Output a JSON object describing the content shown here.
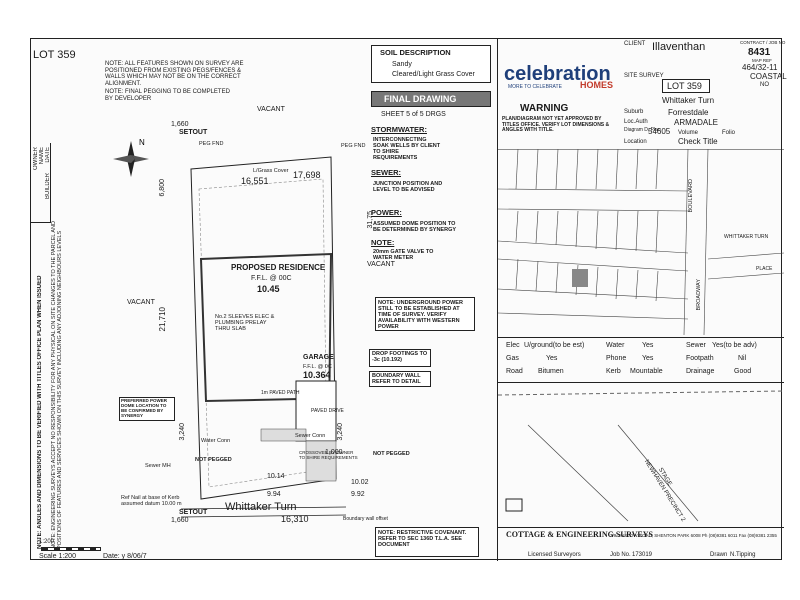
{
  "lot_top": "LOT 359",
  "notes_top": {
    "note1": "NOTE: ALL FEATURES SHOWN ON SURVEY ARE POSITIONED FROM EXISTING PEGS/FENCES & WALLS WHICH MAY NOT BE ON THE CORRECT ALIGNMENT.",
    "note2": "NOTE: FINAL PEGGING TO BE COMPLETED BY DEVELOPER"
  },
  "soil": {
    "title": "SOIL DESCRIPTION",
    "line1": "Sandy",
    "line2": "Cleared/Light Grass Cover"
  },
  "final_drawing": {
    "title": "FINAL DRAWING",
    "sheet": "SHEET 5 of 5 DRGS"
  },
  "notes_mid": {
    "stormwater_h": "STORMWATER:",
    "stormwater": "INTERCONNECTING SOAK WELLS BY CLIENT TO SHIRE REQUIREMENTS",
    "sewer_h": "SEWER:",
    "sewer": "JUNCTION POSITION AND LEVEL TO BE ADVISED",
    "power_h": "POWER:",
    "power": "ASSUMED DOME POSITION TO BE DETERMINED BY SYNERGY",
    "note_h": "NOTE:",
    "note": "20mm GATE VALVE TO WATER METER",
    "underground": "NOTE: UNDERGROUND POWER STILL TO BE ESTABLISHED AT TIME OF SURVEY. VERIFY AVAILABILITY WITH WESTERN POWER",
    "drop_footings": "DROP FOOTINGS TO -3c (10.192)",
    "boundary": "BOUNDARY WALL REFER TO DETAIL"
  },
  "plan": {
    "residence": "PROPOSED RESIDENCE",
    "ffl": "F.F.L. @ 00C",
    "ffl_val": "10.45",
    "garage": "GARAGE",
    "garage_ffl": "F.F.L. @ 0C",
    "garage_val": "10.364",
    "sleeves": "No.2 SLEEVES ELEC & PLUMBING PRELAY THRU SLAB",
    "paved": "PAVED DRIVE",
    "path": "1m PAVED PATH",
    "vacant1": "VACANT",
    "vacant2": "VACANT",
    "vacant3": "VACANT",
    "setout": "SETOUT",
    "setout_top": "1,660",
    "setout_bot": "1,660",
    "dim_top": "16,551",
    "dim_top2": "17,698",
    "dim_bottom": "16,310",
    "dim_left": "21,710",
    "dim_left2": "6,800",
    "dim_right": "31,75",
    "dim_940": "9.94",
    "dim_1014": "10.14",
    "dim_1002": "10.02",
    "dim_992": "9.92",
    "dim_3240a": "3,240",
    "dim_3240b": "3,240",
    "dim_1000": "1,000",
    "grass": "L/Grass Cover",
    "peg": "PEG FND",
    "not_pegged": "NOT PEGGED",
    "not_pegged2": "NOT PEGGED",
    "water_conn": "Water Conn",
    "sewer_conn": "Sewer Conn",
    "sewer_mh": "Sewer MH",
    "preferred_power": "PREFERRED POWER DOME LOCATION TO BE CONFIRMED BY SYNERGY",
    "crossover": "CROSSOVER BY OWNER TO SHIRE REQUIREMENTS",
    "ref_nail": "Ref Nail at base of Kerb assumed datum 10.00 m",
    "street": "Whittaker Turn",
    "boundary_wall": "Boundary wall offset",
    "restrictive": "NOTE: RESTRICTIVE COVENANT. REFER TO SEC 136D T.L.A. SEE DOCUMENT",
    "scale": "Scale 1:200",
    "date": "Date: y 8/06/7",
    "scale_bar": "1:200"
  },
  "left_side": {
    "owner": "OWNER",
    "name": "NAME",
    "builder": "BUILDER",
    "date": "DATE",
    "vertical_note": "NOTE: ENGINEERING SURVEYS ACCEPT NO RESPONSIBILITY FOR ANY PHYSICAL ON SITE CHANGES TO THE PARCEL AND POSITIONS OF FEATURES AND SERVICES SHOWN ON THIS SURVEY INCLUDING ANY ADJOINING NEIGHBOURS LEVELS AND FEATURES THAT HAVE OCCURRED AFTER THE DATE ON THIS SURVEY",
    "vertical_note2": "NOTE: ANGLES AND DIMENSIONS TO BE VERIFIED WITH TITLES OFFICE PLAN WHEN ISSUED"
  },
  "title_block": {
    "client_label": "CLIENT",
    "client": "Illaventhan",
    "contract_label": "CONTRACT / JOB NO",
    "contract": "8431",
    "map_ref_label": "MAP REF",
    "map_ref": "464/32-11",
    "coastal": "COASTAL",
    "coastal2": "NO",
    "site_survey": "SITE SURVEY",
    "brand": "celebration",
    "brand2": "HOMES",
    "tagline": "MORE TO CELEBRATE",
    "lot": "LOT 359",
    "street": "Whittaker Turn",
    "suburb_label": "Suburb",
    "suburb": "Forrestdale",
    "loc_auth_label": "Loc.Auth",
    "loc_auth": "ARMADALE",
    "dp_label": "Diagram D. Plan",
    "dp": "54605",
    "volume_label": "Volume",
    "folio_label": "Folio",
    "location_label": "Location",
    "location": "Check Title",
    "warning": "WARNING",
    "warning_text": "PLAN/DIAGRAM NOT YET APPROVED BY TITLES OFFICE. VERIFY LOT DIMENSIONS & ANGLES WITH TITLE.",
    "road1": "BOULEVARD",
    "road2": "BROADWAY",
    "road3": "WHITTAKER TURN",
    "road4": "PLACE",
    "newhaven": "NEWHAVEN PRECINCT 2",
    "stage": "STAGE"
  },
  "services": {
    "elec_label": "Elec",
    "elec": "U/ground(to be est)",
    "water_label": "Water",
    "water": "Yes",
    "sewer_label": "Sewer",
    "sewer": "Yes(to be adv)",
    "gas_label": "Gas",
    "gas": "Yes",
    "phone_label": "Phone",
    "phone": "Yes",
    "footpath_label": "Footpath",
    "footpath": "Nil",
    "road_label": "Road",
    "road": "Bitumen",
    "kerb_label": "Kerb",
    "kerb": "Mountable",
    "drainage_label": "Drainage",
    "drainage": "Good"
  },
  "footer": {
    "company": "COTTAGE & ENGINEERING SURVEYS",
    "licensed": "Licensed Surveyors",
    "job_label": "Job No.",
    "job": "173019",
    "drawn_label": "Drawn",
    "drawn": "N.Tipping",
    "address": "2/9 ONSLOW ROAD, SHENTON PARK 6008 Ph (08)9381 6011 Fax (08)9381 2355"
  }
}
